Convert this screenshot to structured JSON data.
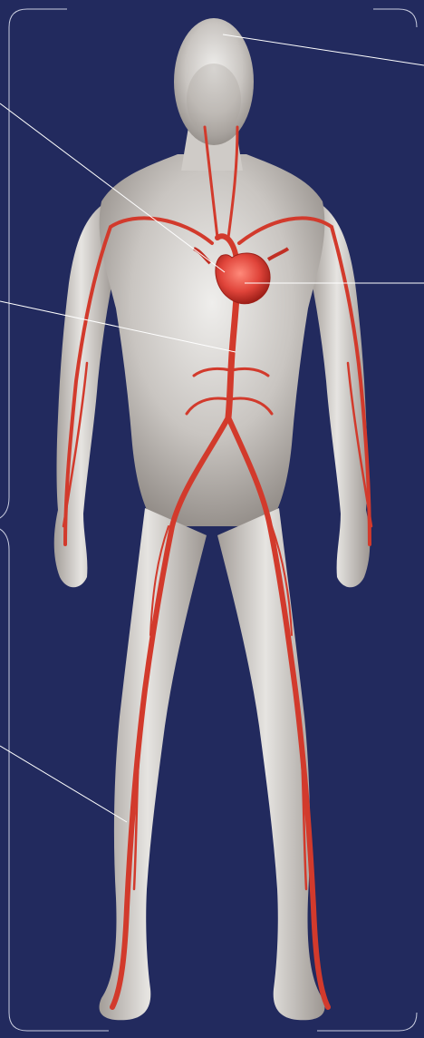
{
  "scene": {
    "subject": "anatomy-arterial-system-figure",
    "colors": {
      "background": "#222a5e",
      "frame_line": "#c9cde0",
      "leader_line": "#ffffff",
      "body_light": "#e2e0de",
      "body_mid": "#b9b4b0",
      "body_dark": "#8f8984",
      "artery": "#d23a2c",
      "artery_dark": "#a8261d",
      "heart": "#e0443a"
    },
    "callouts": [
      {
        "target": "brain"
      },
      {
        "target": "heart"
      },
      {
        "target": "aorta"
      },
      {
        "target": "aortic-arch"
      },
      {
        "target": "leg-artery"
      }
    ]
  }
}
